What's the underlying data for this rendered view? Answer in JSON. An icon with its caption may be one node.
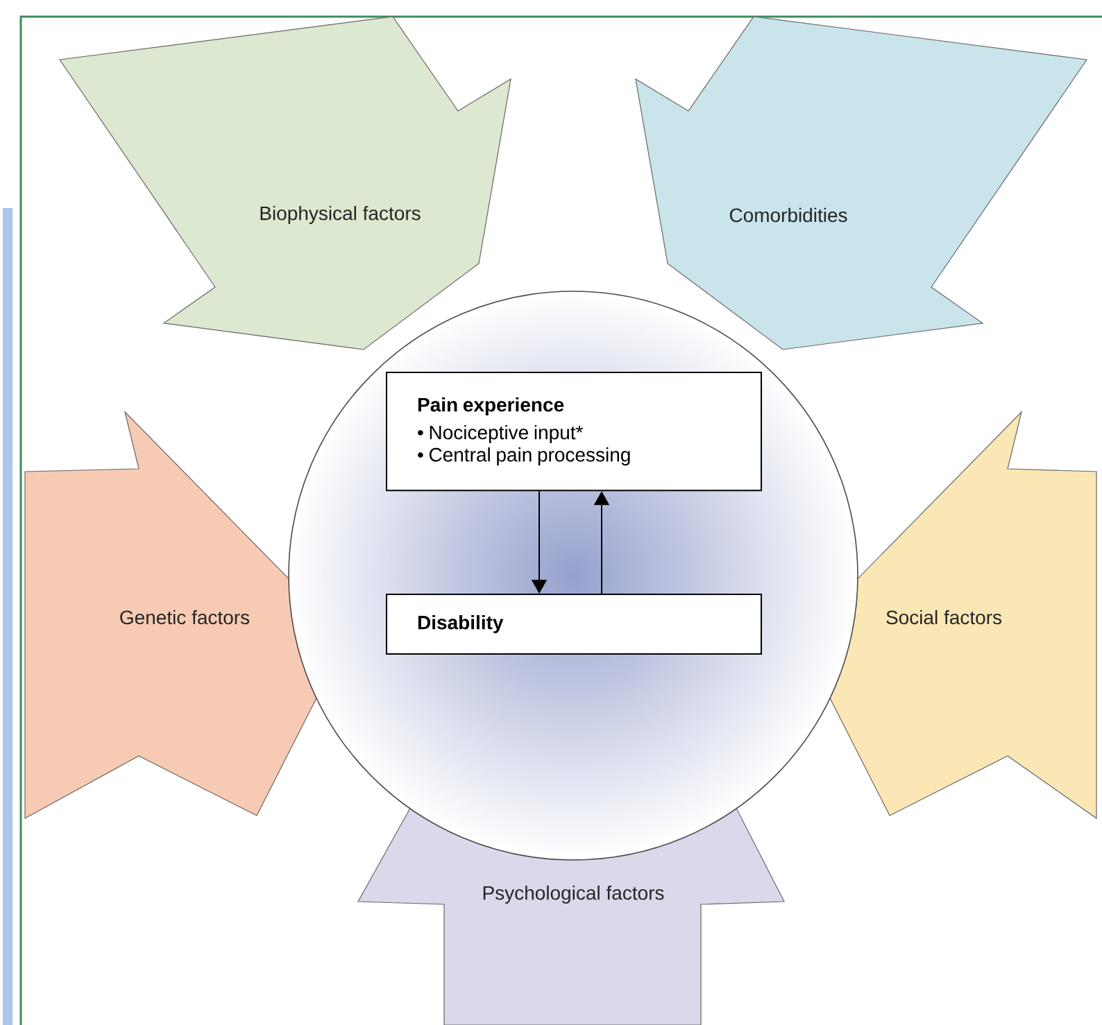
{
  "diagram": {
    "nodes": [
      {
        "text": [],
        "shape": "circle"
      },
      {
        "text": [
          "Pain experience",
          "• Nociceptive input*",
          "• Central pain processing"
        ],
        "in": 0
      },
      {
        "text": [
          "Disability"
        ],
        "in": 0
      },
      {
        "text": [
          "Biophysical factors"
        ]
      },
      {
        "text": [
          "Comorbidities"
        ]
      },
      {
        "text": [
          "Genetic factors"
        ]
      },
      {
        "text": [
          "Social factors"
        ]
      },
      {
        "text": [
          "Psychological factors"
        ]
      }
    ],
    "edges": [
      {
        "from": 1,
        "to": 2,
        "arrow": "to"
      },
      {
        "from": 2,
        "to": 1,
        "arrow": "to"
      }
    ]
  }
}
